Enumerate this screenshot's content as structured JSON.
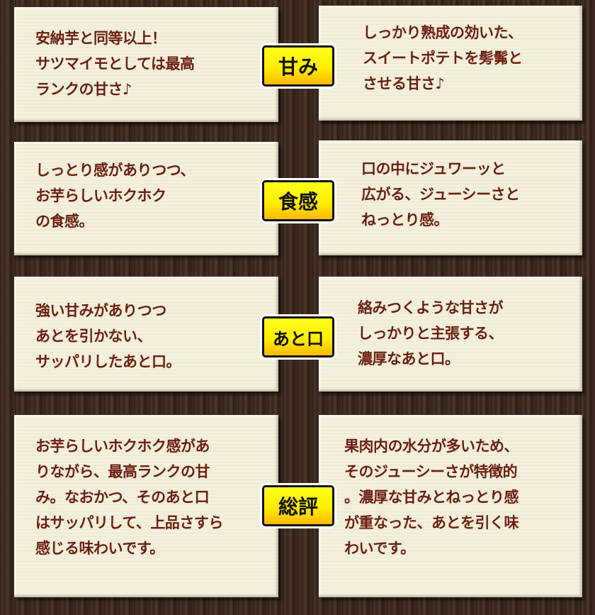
{
  "rows": [
    {
      "label": "甘み",
      "left": "安納芋と同等以上！\nサツマイモとしては最高\nランクの甘さ♪",
      "right": "しっかり熟成の効いた、\nスイートポテトを髣髴と\nさせる甘さ♪"
    },
    {
      "label": "食感",
      "left": "しっとり感がありつつ、\nお芋らしいホクホク\nの食感。",
      "right": "口の中にジュワーッと\n広がる、ジューシーさと\nねっとり感。"
    },
    {
      "label": "あと口",
      "left": "強い甘みがありつつ\nあとを引かない、\nサッパリしたあと口。",
      "right": "絡みつくような甘さが\nしっかりと主張する、\n濃厚なあと口。"
    },
    {
      "label": "総評",
      "left": "お芋らしいホクホク感があ\nりながら、最高ランクの甘\nみ。なおかつ、そのあと口\nはサッパリして、上品さすら\n感じる味わいです。",
      "right": "果肉内の水分が多いため、\nそのジューシーさが特徴的\n。濃厚な甘みとねっとり感\nが重なった、あとを引く味\nわいです。"
    }
  ]
}
